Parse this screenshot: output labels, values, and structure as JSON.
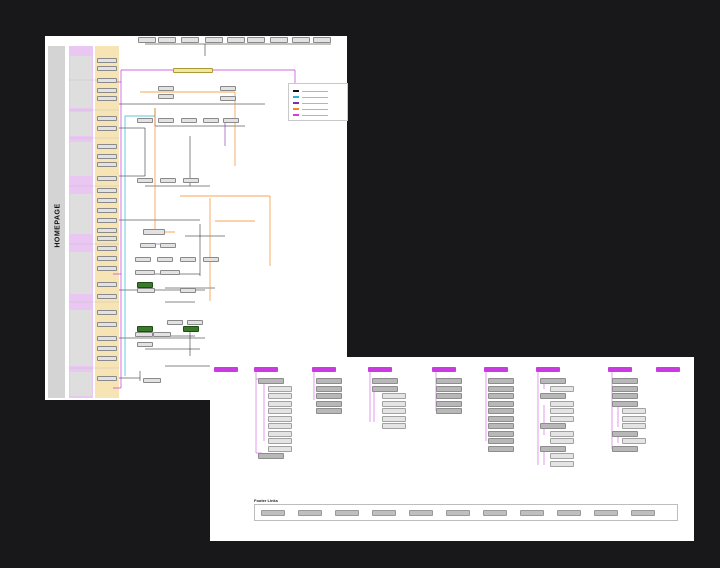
{
  "homepage_label": "HOMEPAGE",
  "footer_links_title": "Footer Links",
  "colors": {
    "canvas": "#18181b",
    "homepage_bar": "#d4d4d4",
    "section_lane": "#eac7f2",
    "content_lane": "#f7e4b5",
    "sitemap_heading": "#c93ae0",
    "sitemap_node": "#b8b8b8",
    "flow_accent_green": "#3a7a2b"
  },
  "legend_entries": [
    {
      "color": "#111111"
    },
    {
      "color": "#2bb5c4"
    },
    {
      "color": "#7a2fb0"
    },
    {
      "color": "#f08a24"
    },
    {
      "color": "#d63fd6"
    }
  ],
  "sitemap_columns": [
    {
      "children": [],
      "top_level_pills": 1
    },
    {
      "children": [
        1,
        2,
        2,
        2,
        2,
        2,
        2,
        2,
        2,
        2,
        1
      ]
    },
    {
      "children": [
        1,
        1,
        1,
        1,
        1
      ]
    },
    {
      "children": [
        1,
        1,
        2,
        2,
        2,
        2,
        2
      ]
    },
    {
      "children": [
        1,
        1,
        1,
        1,
        1
      ]
    },
    {
      "children": [
        1,
        1,
        1,
        1,
        1,
        1,
        1,
        1,
        1,
        1
      ]
    },
    {
      "children": [
        1,
        2,
        1,
        2,
        2,
        2,
        1,
        2,
        2,
        1,
        2,
        2
      ]
    },
    {
      "children": [
        1,
        1,
        1,
        1,
        2,
        2,
        2,
        1,
        2,
        1
      ]
    }
  ],
  "footer_link_count": 11
}
